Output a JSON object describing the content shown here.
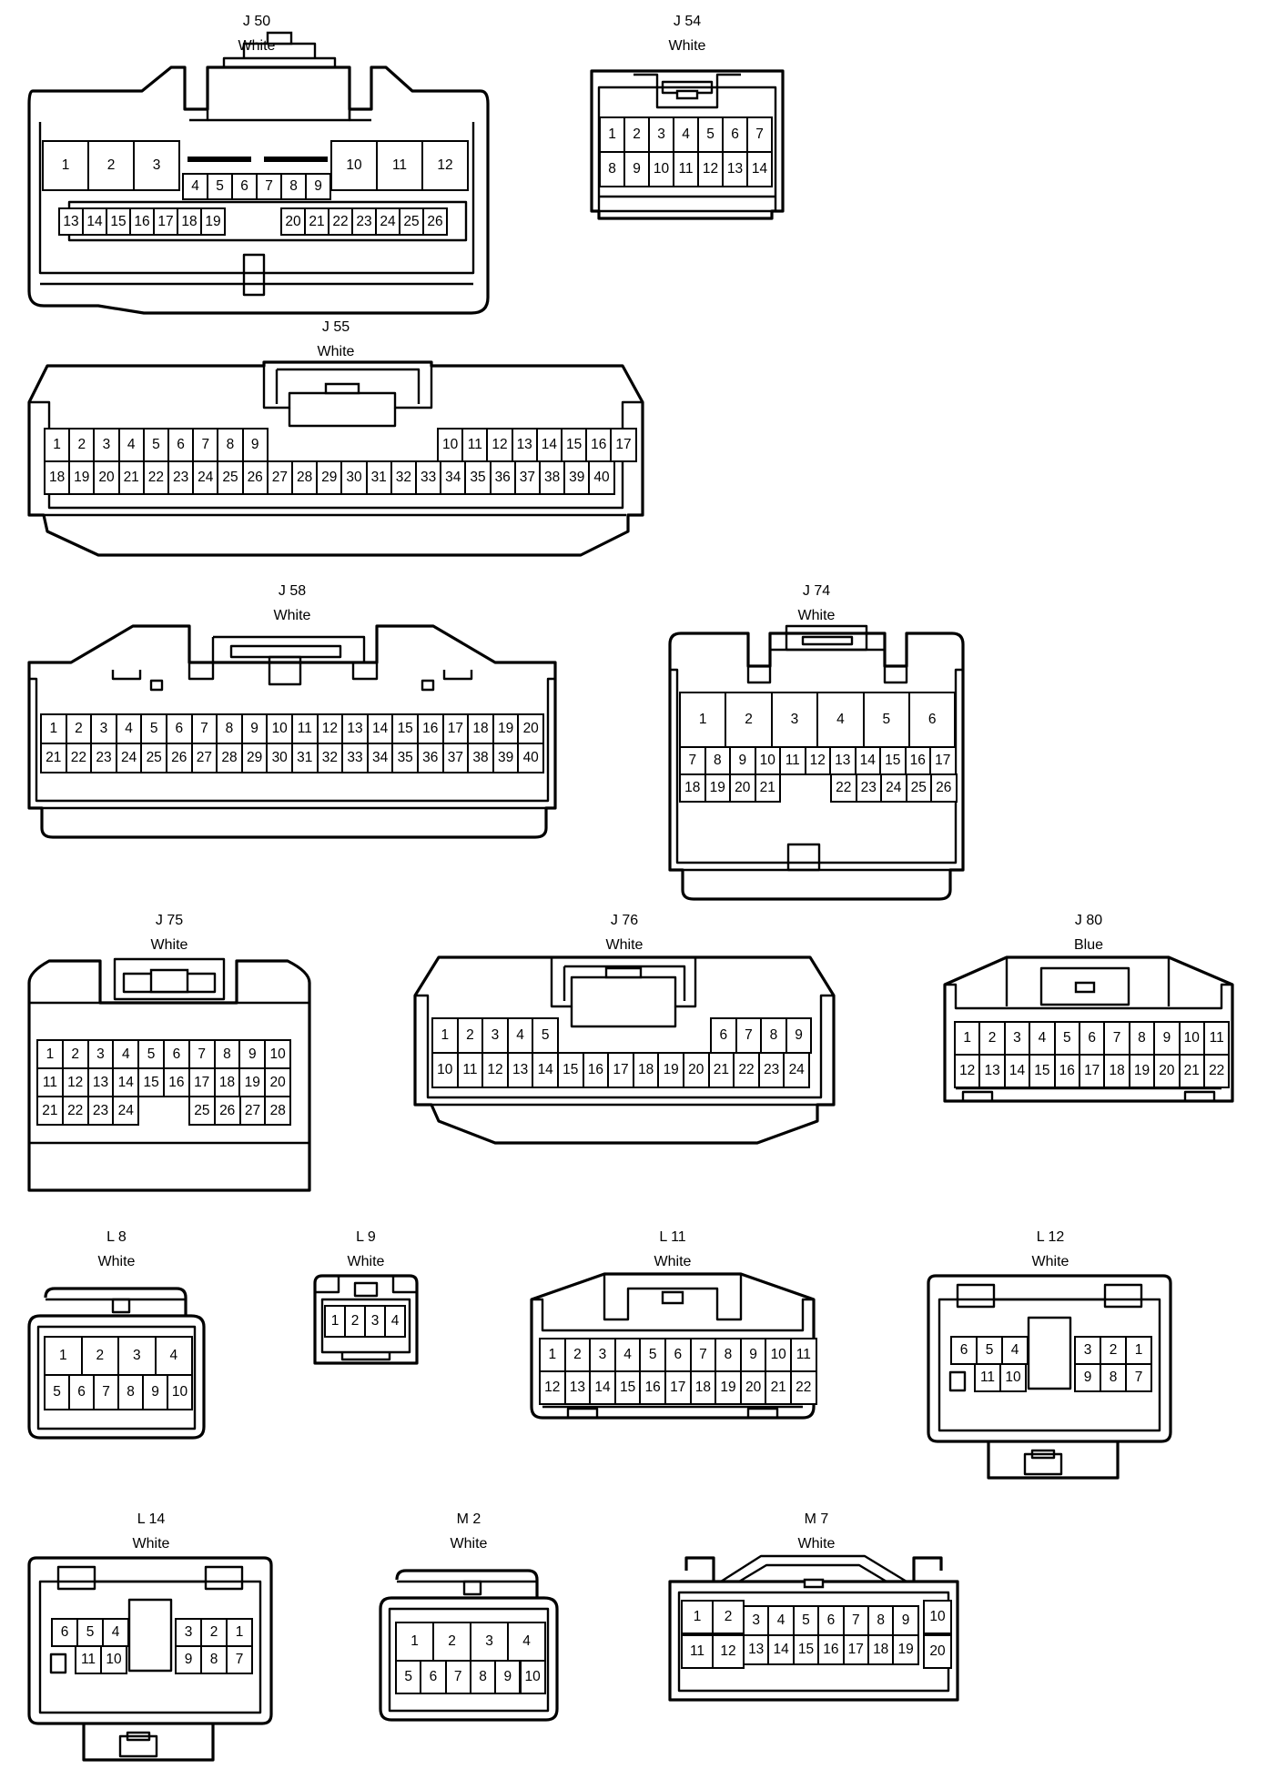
{
  "connectors": {
    "J50": {
      "name": "J 50",
      "color": "White"
    },
    "J54": {
      "name": "J 54",
      "color": "White"
    },
    "J55": {
      "name": "J 55",
      "color": "White"
    },
    "J58": {
      "name": "J 58",
      "color": "White"
    },
    "J74": {
      "name": "J 74",
      "color": "White"
    },
    "J75": {
      "name": "J 75",
      "color": "White"
    },
    "J76": {
      "name": "J 76",
      "color": "White"
    },
    "J80": {
      "name": "J 80",
      "color": "Blue"
    },
    "L8": {
      "name": "L 8",
      "color": "White"
    },
    "L9": {
      "name": "L 9",
      "color": "White"
    },
    "L11": {
      "name": "L 11",
      "color": "White"
    },
    "L12": {
      "name": "L 12",
      "color": "White"
    },
    "L14": {
      "name": "L 14",
      "color": "White"
    },
    "M2": {
      "name": "M 2",
      "color": "White"
    },
    "M7": {
      "name": "M 7",
      "color": "White"
    }
  }
}
